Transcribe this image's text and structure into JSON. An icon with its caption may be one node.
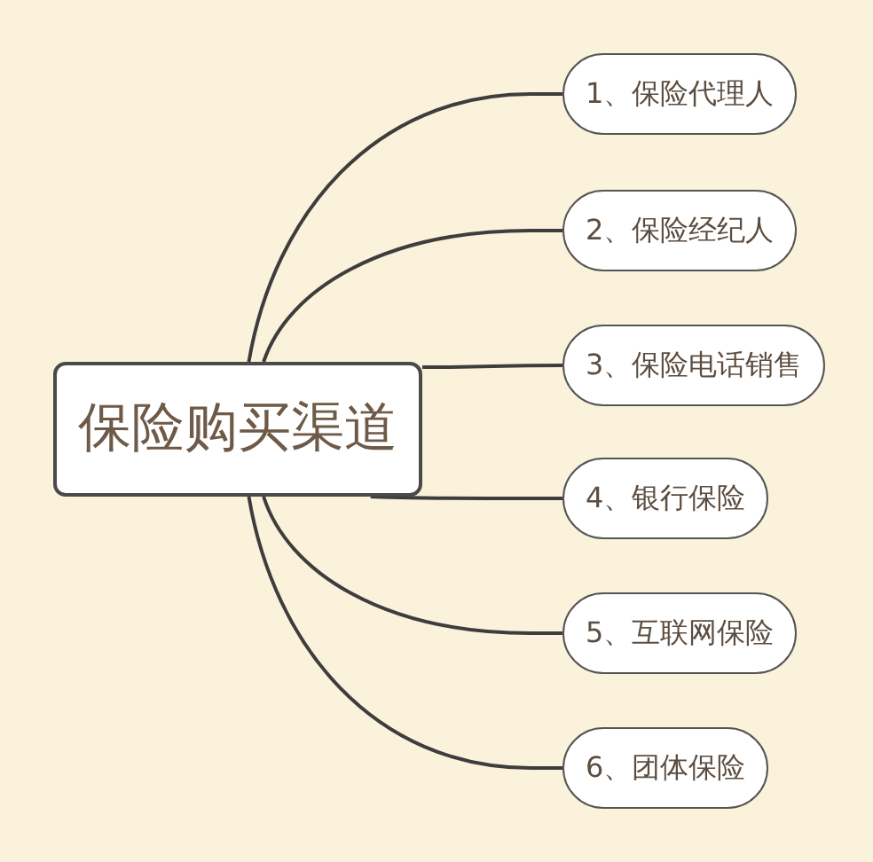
{
  "diagram": {
    "nodes": [
      {
        "text": [
          "保险购买渠道"
        ]
      },
      {
        "text": [
          "1、保险代理人"
        ]
      },
      {
        "text": [
          "2、保险经纪人"
        ]
      },
      {
        "text": [
          "3、保险电话销售"
        ]
      },
      {
        "text": [
          "4、银行保险"
        ]
      },
      {
        "text": [
          "5、互联网保险"
        ]
      },
      {
        "text": [
          "6、团体保险"
        ]
      }
    ],
    "edges": [
      {
        "from": 0,
        "to": 1,
        "arrow": "none"
      },
      {
        "from": 0,
        "to": 2,
        "arrow": "none"
      },
      {
        "from": 0,
        "to": 3,
        "arrow": "none"
      },
      {
        "from": 0,
        "to": 4,
        "arrow": "none"
      },
      {
        "from": 0,
        "to": 5,
        "arrow": "none"
      },
      {
        "from": 0,
        "to": 6,
        "arrow": "none"
      }
    ]
  }
}
